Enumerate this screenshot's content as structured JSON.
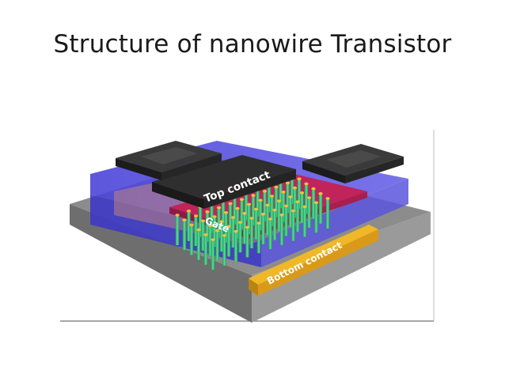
{
  "slide": {
    "title": "Structure of nanowire Transistor"
  },
  "diagram": {
    "labels": {
      "top_contact": "Top contact",
      "gate": "Gate",
      "bottom_contact": "Bottom contact"
    },
    "colors": {
      "substrate": "#7f7f7f",
      "dielectric": "#5a55d8",
      "gate": "#c0245a",
      "top_contact": "#2f2f2f",
      "bottom_contact": "#e0a81c",
      "nanowire": "#39c07a",
      "nanowire_tip": "#f0c040"
    }
  }
}
